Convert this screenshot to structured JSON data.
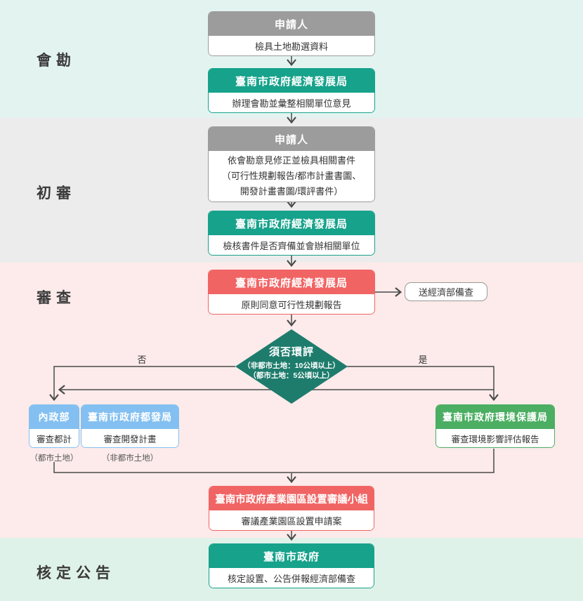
{
  "stages": [
    {
      "label": "會勘"
    },
    {
      "label": "初審"
    },
    {
      "label": "審查"
    },
    {
      "label": "核定公告"
    }
  ],
  "nodes": {
    "applicant1": {
      "header": "申請人",
      "body": "檢具土地勘選資料"
    },
    "edb1": {
      "header": "臺南市政府經濟發展局",
      "body": "辦理會勘並彙整相關單位意見"
    },
    "applicant2": {
      "header": "申請人",
      "body_lines": [
        "依會勘意見修正並檢具相關書件",
        "（可行性規劃報告/都市計畫書圖、",
        "開發計畫書圖/環評書件）"
      ]
    },
    "edb2": {
      "header": "臺南市政府經濟發展局",
      "body": "檢核書件是否齊備並會辦相關單位"
    },
    "edb3": {
      "header": "臺南市政府經濟發展局",
      "body": "原則同意可行性規劃報告"
    },
    "moea_note": {
      "label": "送經濟部備查"
    },
    "decision": {
      "title": "須否環評",
      "line1": "（非都市土地：10公頃以上）",
      "line2": "（都市土地：5公頃以上）",
      "no_label": "否",
      "yes_label": "是"
    },
    "moi": {
      "header": "內政部",
      "body": "審查都計",
      "caption": "（都市土地）"
    },
    "udb": {
      "header": "臺南市政府都發局",
      "body": "審查開發計畫",
      "caption": "（非都市土地）"
    },
    "epb": {
      "header": "臺南市政府環境保護局",
      "body": "審查環境影響評估報告"
    },
    "committee": {
      "header": "臺南市政府產業園區設置審議小組",
      "body": "審議產業園區設置申請案"
    },
    "city": {
      "header": "臺南市政府",
      "body": "核定設置、公告併報經濟部備查"
    }
  },
  "colors": {
    "teal": "#17A28B",
    "gray": "#9C9C9C",
    "red": "#F16464",
    "blue": "#83C0F1",
    "green": "#4BAE62",
    "diamond": "#1E7C6D",
    "band_survey": "#E3F4F0",
    "band_prelim": "#ECECEC",
    "band_review": "#FCEBEA",
    "band_final": "#DFF2EA",
    "connector": "#4A4A4A"
  }
}
